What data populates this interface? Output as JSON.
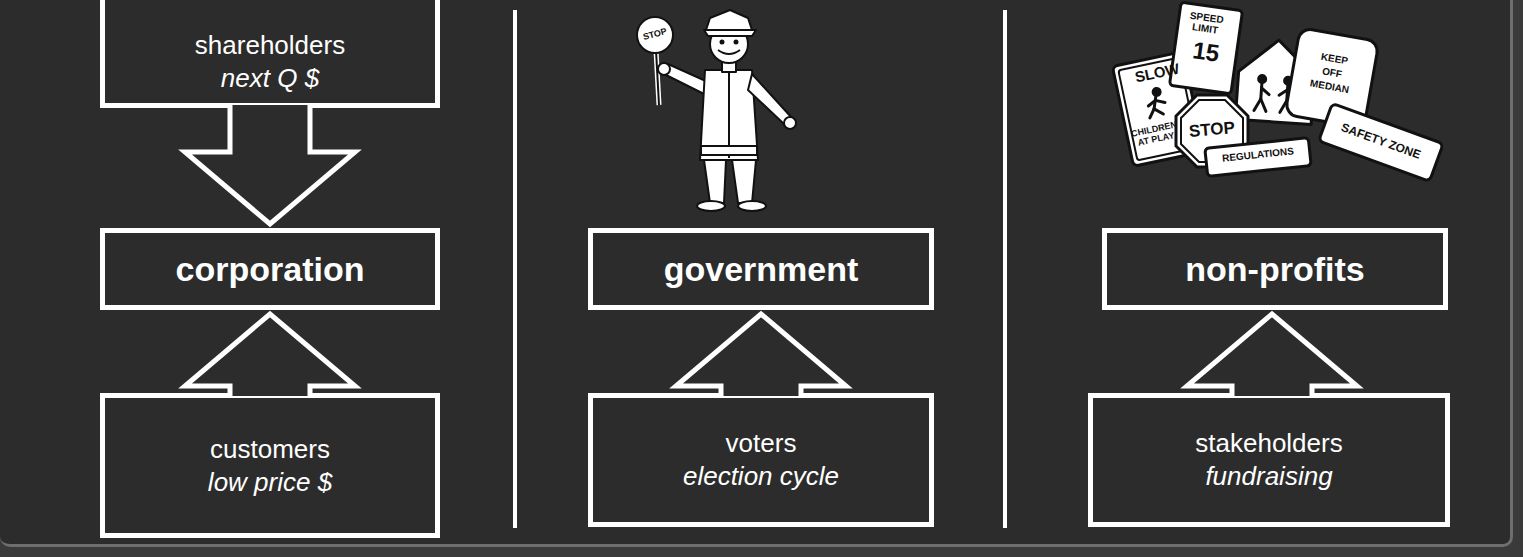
{
  "diagram": {
    "nodes": [
      {
        "text": [
          "shareholders",
          "next Q $"
        ]
      },
      {
        "text": [
          "corporation"
        ]
      },
      {
        "text": [
          "customers",
          "low price $"
        ]
      },
      {
        "text": [
          "government"
        ]
      },
      {
        "text": [
          "voters",
          "election cycle"
        ]
      },
      {
        "text": [
          "non-profits"
        ]
      },
      {
        "text": [
          "stakeholders",
          "fundraising"
        ]
      }
    ],
    "edges": [
      {
        "from": 0,
        "to": 1,
        "arrow": "to"
      },
      {
        "from": 2,
        "to": 1,
        "arrow": "to"
      },
      {
        "from": 4,
        "to": 3,
        "arrow": "to"
      },
      {
        "from": 6,
        "to": 5,
        "arrow": "to"
      }
    ],
    "labels": [
      "STOP",
      "SLOW",
      "CHILDREN AT PLAY",
      "SPEED LIMIT",
      "15",
      "STOP",
      "KEEP OFF MEDIAN",
      "REGULATIONS",
      "SAFETY ZONE"
    ]
  }
}
